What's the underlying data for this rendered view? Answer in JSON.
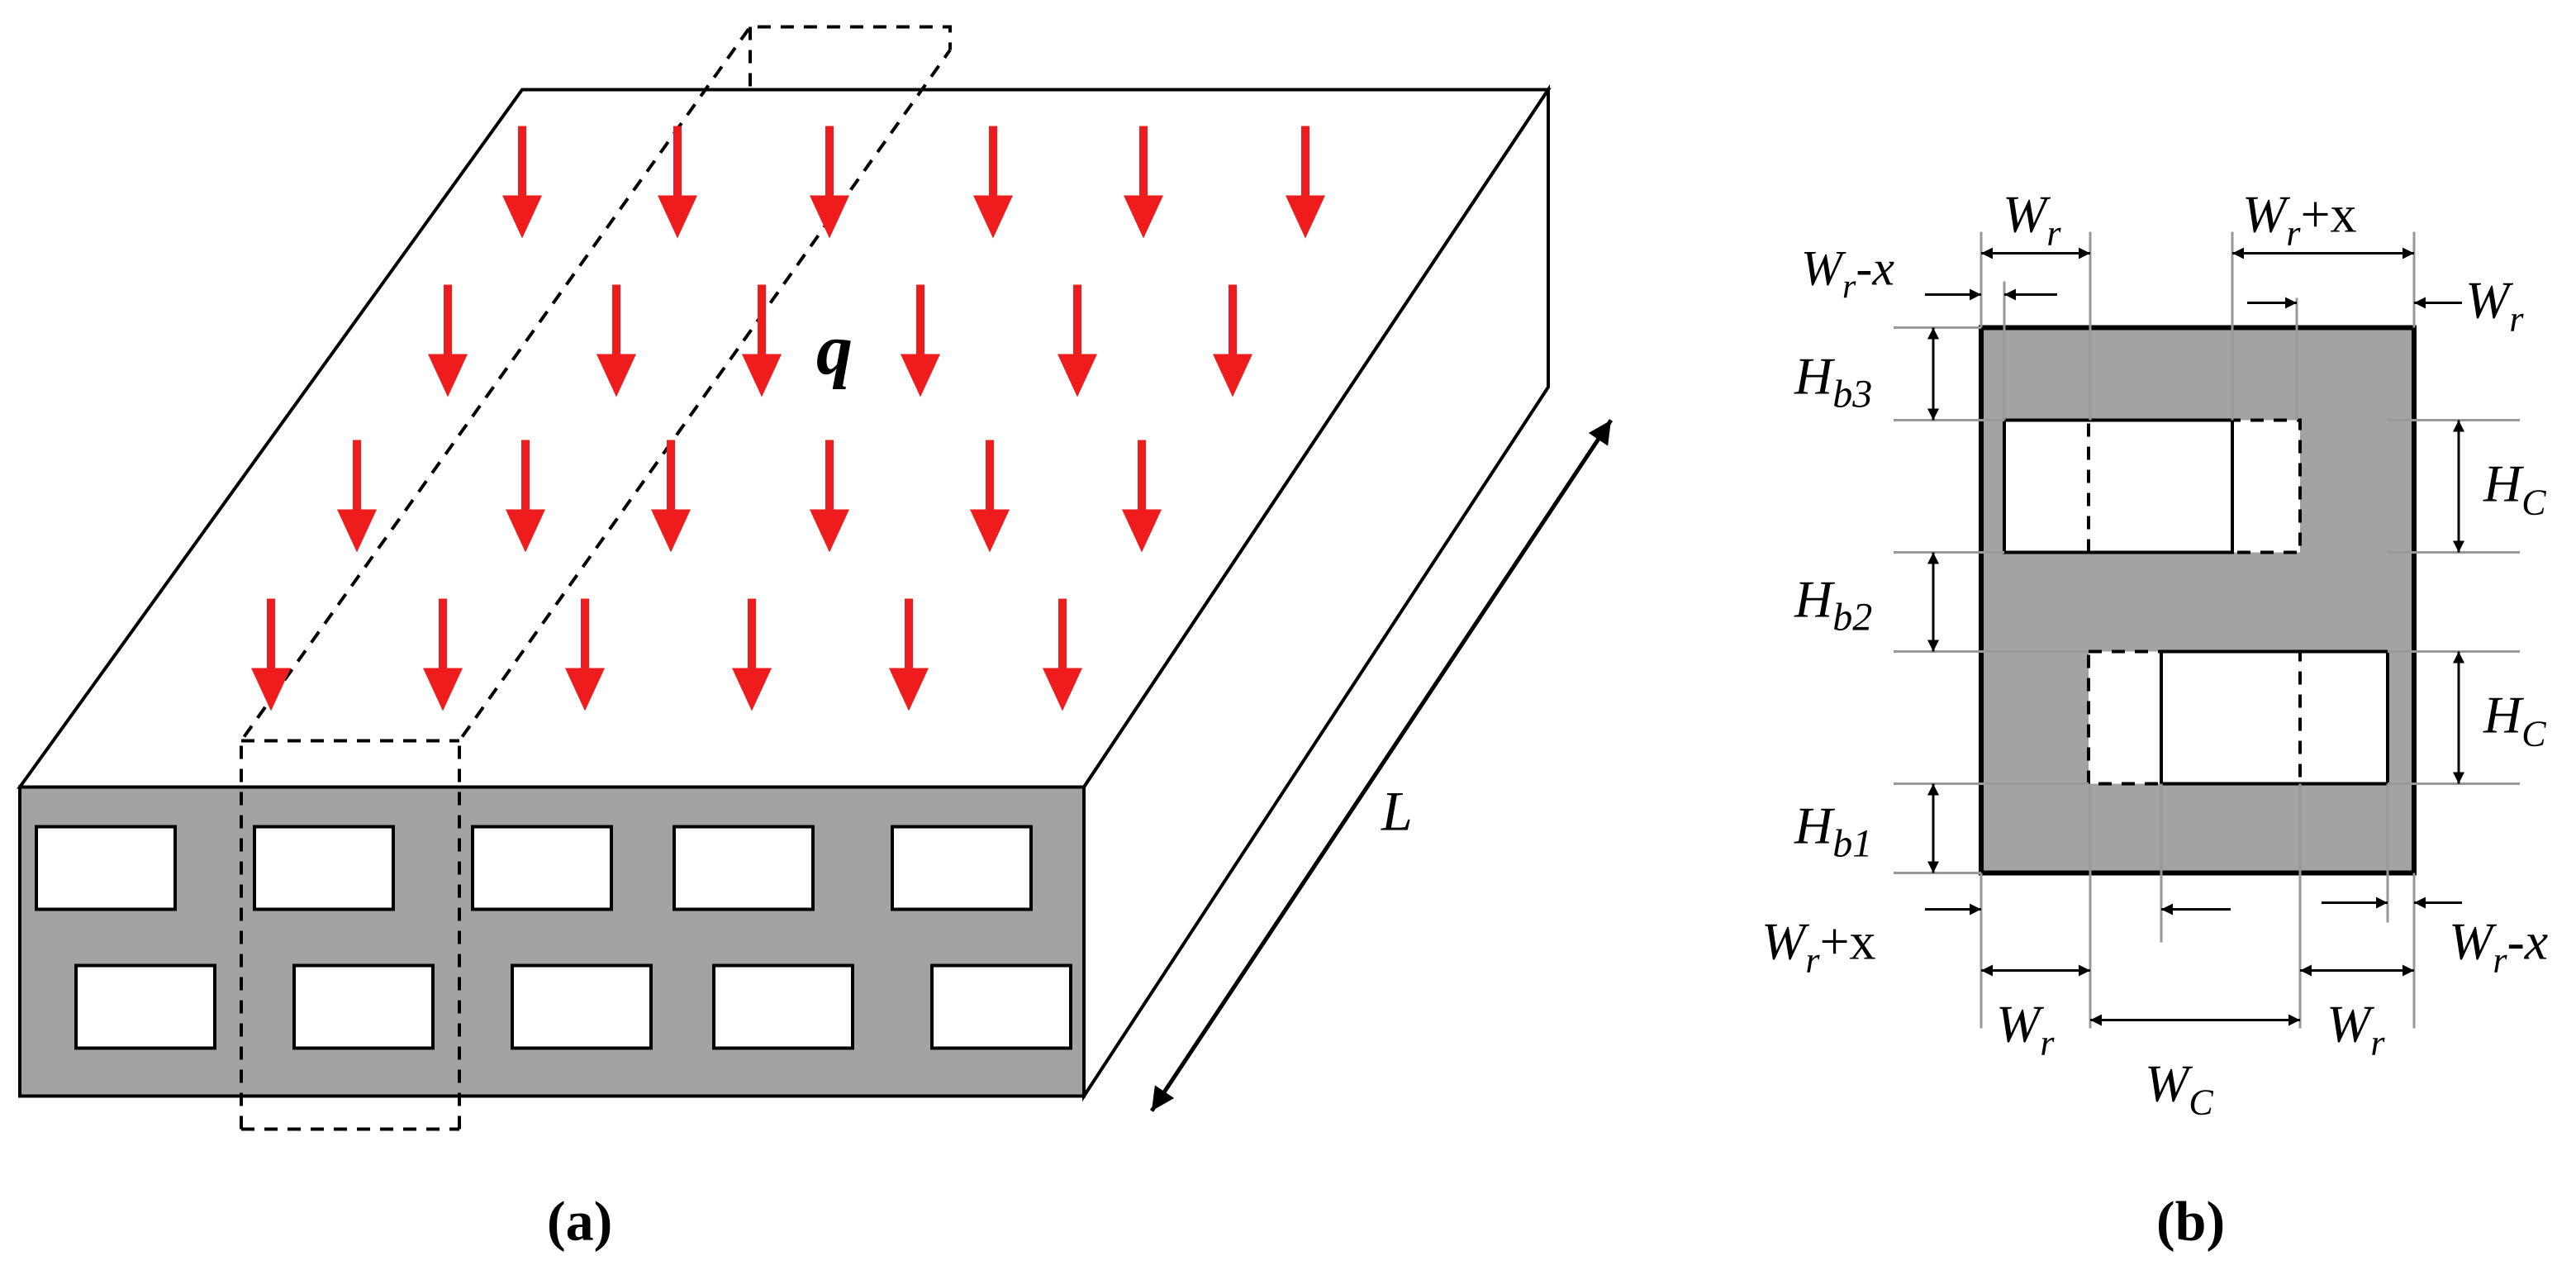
{
  "panel_a": {
    "caption": "(a)",
    "load_label": "q",
    "length_label": "L"
  },
  "panel_b": {
    "caption": "(b)",
    "top_left_width": {
      "main": "W",
      "sub": "r"
    },
    "top_left_offset": {
      "main": "W",
      "sub": "r",
      "suffix": "-x"
    },
    "top_right_width": {
      "main": "W",
      "sub": "r",
      "suffix": "+x"
    },
    "top_right_offset": {
      "main": "W",
      "sub": "r"
    },
    "h_b3": {
      "main": "H",
      "sub": "b3"
    },
    "h_b2": {
      "main": "H",
      "sub": "b2"
    },
    "h_b1": {
      "main": "H",
      "sub": "b1"
    },
    "h_c_upper": {
      "main": "H",
      "sub": "C"
    },
    "h_c_lower": {
      "main": "H",
      "sub": "C"
    },
    "bottom_left_offset": {
      "main": "W",
      "sub": "r",
      "suffix": "+x"
    },
    "bottom_right_offset": {
      "main": "W",
      "sub": "r",
      "suffix": "-x"
    },
    "bottom_left_width": {
      "main": "W",
      "sub": "r"
    },
    "bottom_right_width": {
      "main": "W",
      "sub": "r"
    },
    "bottom_cavity_width": {
      "main": "W",
      "sub": "C"
    }
  },
  "colors": {
    "load_arrow": "#ee1c1c",
    "section_fill": "#a3a3a3",
    "line": "#000000"
  }
}
